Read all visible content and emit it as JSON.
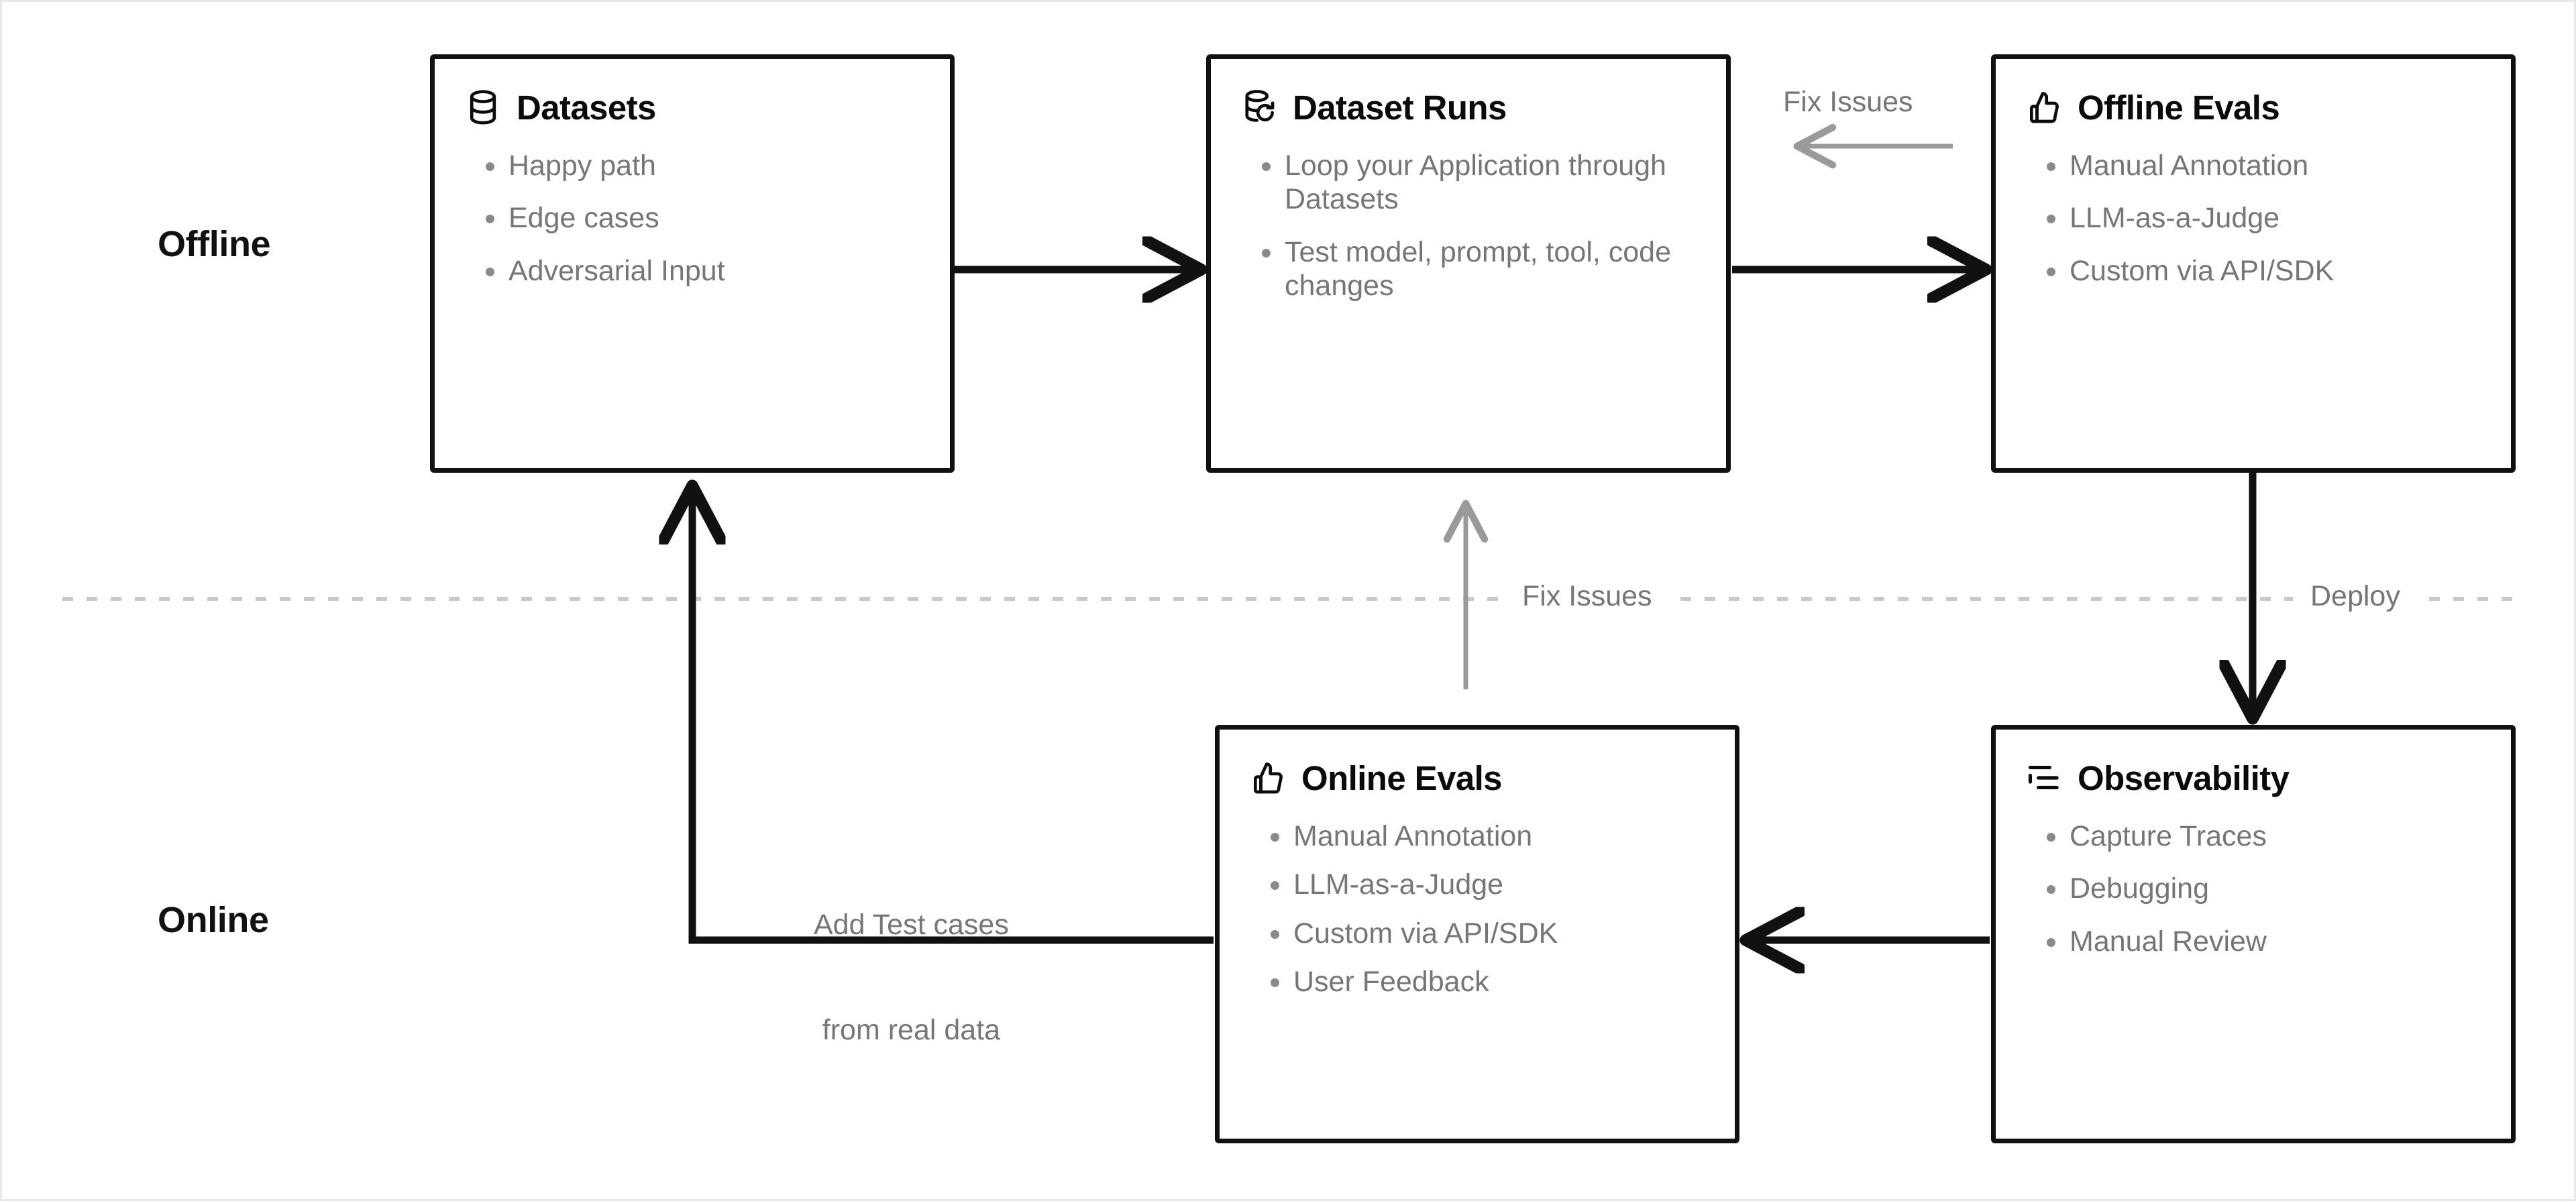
{
  "diagram": {
    "title": "LLM Application Evaluation Lifecycle",
    "colors": {
      "node_border": "#111111",
      "node_background": "#ffffff",
      "primary_edge": "#111111",
      "secondary_edge": "#9a9a9a",
      "bullet_text": "#767676",
      "title_text": "#0b0b0b",
      "divider": "#cccccc",
      "canvas": "#ffffff"
    },
    "phases": [
      {
        "id": "offline",
        "label": "Offline"
      },
      {
        "id": "online",
        "label": "Online"
      }
    ],
    "divider": {
      "style": "dashed",
      "orientation": "horizontal"
    },
    "nodes": [
      {
        "id": "datasets",
        "title": "Datasets",
        "icon": "database-icon",
        "phase": "offline",
        "bullets": [
          "Happy path",
          "Edge cases",
          "Adversarial Input"
        ]
      },
      {
        "id": "dataset-runs",
        "title": "Dataset Runs",
        "icon": "database-refresh-icon",
        "phase": "offline",
        "bullets": [
          "Loop your Application through Datasets",
          "Test model, prompt, tool, code changes"
        ]
      },
      {
        "id": "offline-evals",
        "title": "Offline Evals",
        "icon": "thumbs-up-icon",
        "phase": "offline",
        "bullets": [
          "Manual Annotation",
          "LLM-as-a-Judge",
          "Custom via API/SDK"
        ]
      },
      {
        "id": "online-evals",
        "title": "Online Evals",
        "icon": "thumbs-up-icon",
        "phase": "online",
        "bullets": [
          "Manual Annotation",
          "LLM-as-a-Judge",
          "Custom via API/SDK",
          "User Feedback"
        ]
      },
      {
        "id": "observability",
        "title": "Observability",
        "icon": "list-tree-icon",
        "phase": "online",
        "bullets": [
          "Capture Traces",
          "Debugging",
          "Manual Review"
        ]
      }
    ],
    "edges": [
      {
        "id": "datasets-to-runs",
        "from": "datasets",
        "to": "dataset-runs",
        "label": "",
        "style": "solid-black"
      },
      {
        "id": "runs-to-offline-evals",
        "from": "dataset-runs",
        "to": "offline-evals",
        "label": "",
        "style": "solid-black"
      },
      {
        "id": "offline-evals-to-runs",
        "from": "offline-evals",
        "to": "dataset-runs",
        "label": "Fix Issues",
        "style": "solid-gray"
      },
      {
        "id": "offline-evals-to-observability",
        "from": "offline-evals",
        "to": "observability",
        "label": "Deploy",
        "style": "solid-black"
      },
      {
        "id": "observability-to-online-evals",
        "from": "observability",
        "to": "online-evals",
        "label": "",
        "style": "solid-black"
      },
      {
        "id": "online-evals-to-datasets",
        "from": "online-evals",
        "to": "datasets",
        "label": "Add Test cases\nfrom real data",
        "style": "solid-black"
      },
      {
        "id": "online-to-dataset-runs",
        "from": "online-evals",
        "to": "dataset-runs",
        "label": "Fix Issues",
        "style": "solid-gray"
      }
    ],
    "edge_labels": {
      "fix_issues_top": "Fix Issues",
      "fix_issues_middle": "Fix Issues",
      "deploy": "Deploy",
      "add_test_cases_line1": "Add Test cases",
      "add_test_cases_line2": "from real data"
    }
  }
}
